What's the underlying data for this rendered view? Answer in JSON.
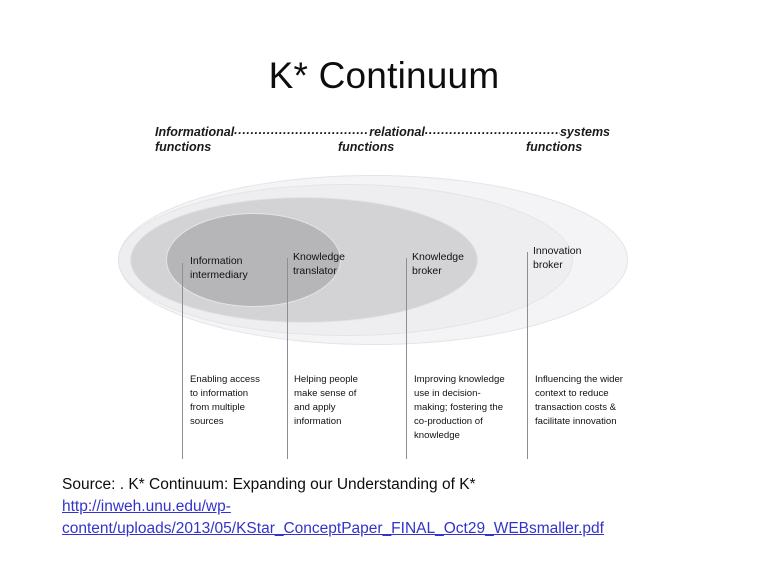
{
  "slide": {
    "title": "K* Continuum"
  },
  "figure": {
    "header": {
      "segments": [
        "Informational",
        "relational",
        "systems"
      ],
      "functions": [
        "functions",
        "functions",
        "functions"
      ],
      "leader": "dotted"
    },
    "stages": [
      {
        "label_line1": "Information",
        "label_line2": "intermediary",
        "description": [
          "Enabling access",
          "to information",
          "from multiple",
          "sources"
        ]
      },
      {
        "label_line1": "Knowledge",
        "label_line2": "translator",
        "description": [
          "Helping people",
          "make sense of",
          "and apply",
          "information"
        ]
      },
      {
        "label_line1": "Knowledge",
        "label_line2": "broker",
        "description": [
          "Improving knowledge",
          "use in decision-",
          "making; fostering the",
          "co-production of",
          "knowledge"
        ]
      },
      {
        "label_line1": "Innovation",
        "label_line2": "broker",
        "description": [
          "Influencing the wider",
          "context to reduce",
          "transaction costs &",
          "facilitate innovation"
        ]
      }
    ],
    "ellipse_colors": {
      "inner": "#b6b6b9",
      "second": "#d3d3d6",
      "third": "#eeeef1",
      "outer": "#f4f4f6",
      "stroke": "#e4e4e8"
    },
    "leader_color": "#8d8d9a"
  },
  "source": {
    "line": "Source: .  K*  Continuum: Expanding our Understanding of K*",
    "url_line1": "http://inweh.unu.edu/wp-",
    "url_line2": "content/uploads/2013/05/KStar_ConceptPaper_FINAL_Oct29_WEBsmaller.pdf",
    "link_color": "#3333cc"
  }
}
